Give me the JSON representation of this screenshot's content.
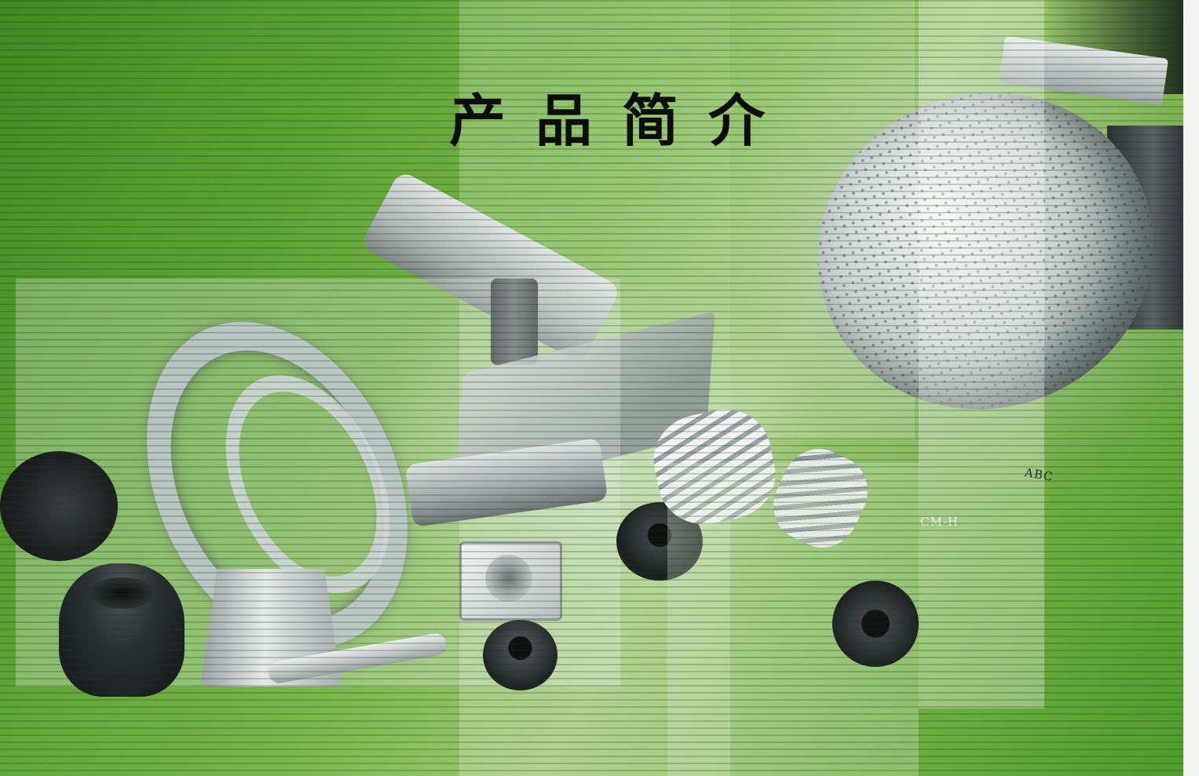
{
  "page": {
    "title": "产品简介"
  },
  "part_labels": {
    "abc": "ABC",
    "cmh": "CM-H"
  },
  "colors": {
    "background_green": "#5fa535",
    "title_text": "#0b0d0b"
  }
}
